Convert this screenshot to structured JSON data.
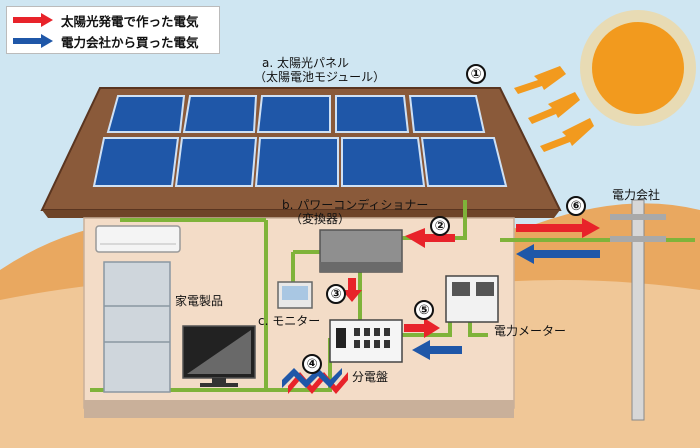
{
  "legend": {
    "solar_label": "太陽光発電で作った電気",
    "grid_label": "電力会社から買った電気",
    "solar_color": "#e8232a",
    "grid_color": "#1f57a8"
  },
  "labels": {
    "panel_a": "a. 太陽光パネル",
    "panel_a_sub": "（太陽電池モジュール）",
    "pcs_b": "b. パワーコンディショナー",
    "pcs_b_sub": "（変換器）",
    "monitor_c": "c. モニター",
    "appliances": "家電製品",
    "breaker": "分電盤",
    "meter": "電力メーター",
    "utility": "電力会社"
  },
  "steps": [
    "①",
    "②",
    "③",
    "④",
    "⑤",
    "⑥"
  ],
  "colors": {
    "wire": "#7fb33a",
    "sky": "#cfe6f2",
    "house_wall": "#f3dcc7",
    "roof": "#8a5a3a"
  }
}
